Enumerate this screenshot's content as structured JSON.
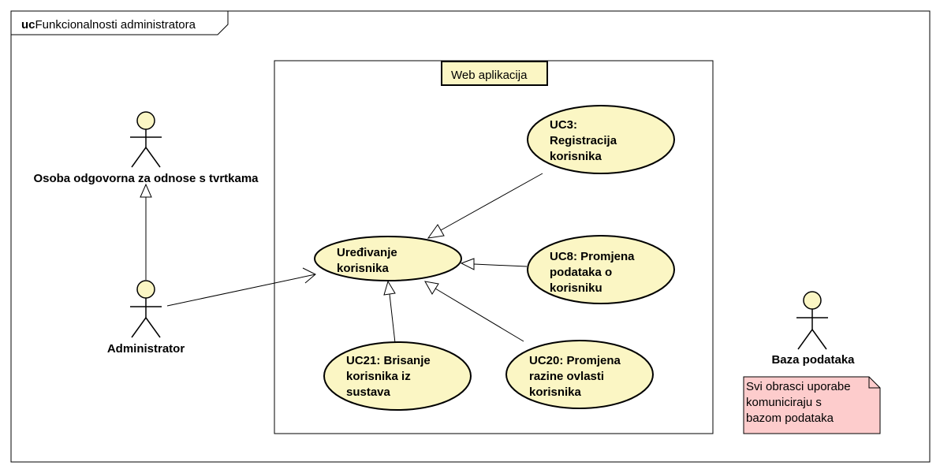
{
  "frame": {
    "keyword": "uc",
    "title": "Funkcionalnosti administratora"
  },
  "system": {
    "name": "Web aplikacija"
  },
  "actors": [
    {
      "id": "osoba",
      "name": "Osoba odgovorna za odnose s tvrtkama"
    },
    {
      "id": "admin",
      "name": "Administrator"
    },
    {
      "id": "baza",
      "name": "Baza podataka"
    }
  ],
  "use_cases": [
    {
      "id": "uredivanje",
      "lines": [
        "Uređivanje",
        "korisnika"
      ]
    },
    {
      "id": "uc3",
      "lines": [
        "UC3:",
        "Registracija",
        "korisnika"
      ]
    },
    {
      "id": "uc8",
      "lines": [
        "UC8: Promjena",
        "podataka o",
        "korisniku"
      ]
    },
    {
      "id": "uc21",
      "lines": [
        "UC21: Brisanje",
        "korisnika iz",
        "sustava"
      ]
    },
    {
      "id": "uc20",
      "lines": [
        "UC20: Promjena",
        "razine ovlasti",
        "korisnika"
      ]
    }
  ],
  "note": {
    "lines": [
      "Svi obrasci uporabe",
      "komuniciraju s",
      "bazom podataka"
    ]
  },
  "colors": {
    "usecase_fill": "#fbf6c4",
    "actor_head": "#fbf6c4",
    "system_label_fill": "#fbf6c4",
    "note_fill": "#fdcccc",
    "line": "#000000"
  }
}
